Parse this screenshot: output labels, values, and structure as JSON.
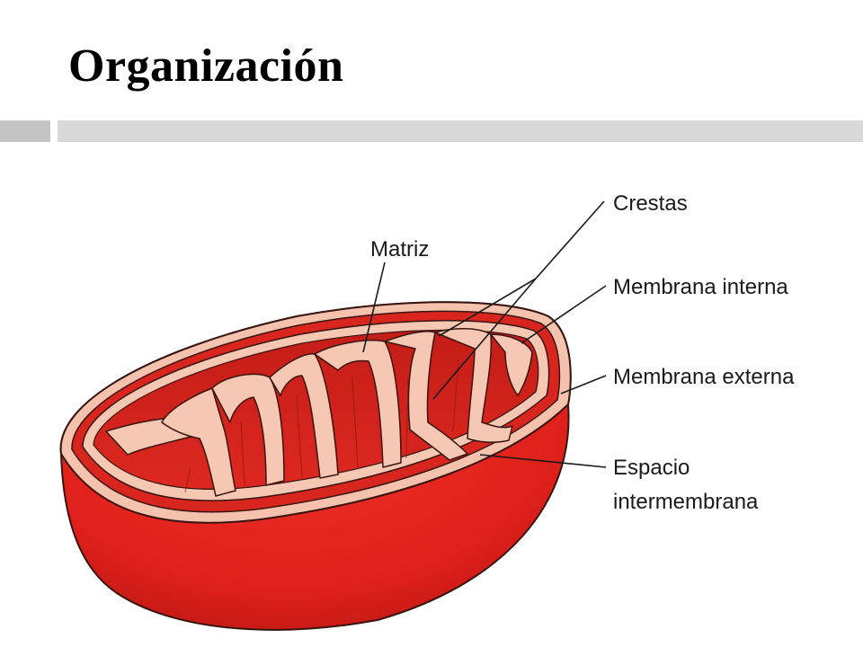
{
  "slide": {
    "title": "Organización"
  },
  "diagram": {
    "labels": {
      "matrix": "Matriz",
      "cristae": "Crestas",
      "inner_membrane": "Membrana interna",
      "outer_membrane": "Membrana externa",
      "intermembrane_line1": "Espacio",
      "intermembrane_line2": "intermembrana"
    },
    "colors": {
      "outer_body": "#e8231c",
      "inner_surface": "#d3251e",
      "membrane": "#f6c6b0",
      "outline": "#3a1410",
      "title_bar": "#d9d9d9"
    }
  }
}
